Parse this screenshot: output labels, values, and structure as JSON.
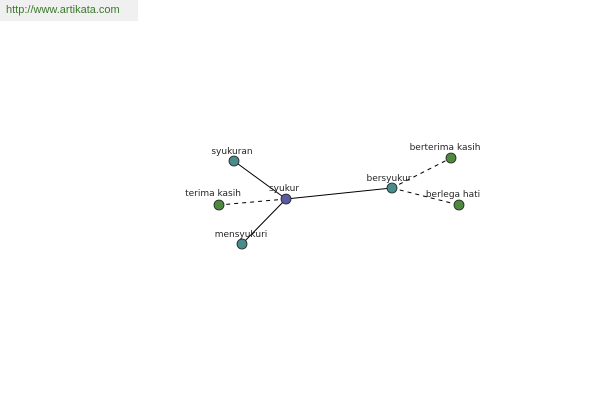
{
  "source": {
    "url_text": "http://www.artikata.com"
  },
  "colors": {
    "center": "#5a5aa0",
    "related": "#4a8c8c",
    "synonym": "#4e8a3e",
    "edge": "#000000"
  },
  "graph": {
    "nodes": [
      {
        "id": "syukur",
        "label": "syukur",
        "kind": "center"
      },
      {
        "id": "syukuran",
        "label": "syukuran",
        "kind": "related"
      },
      {
        "id": "terima-kasih",
        "label": "terima kasih",
        "kind": "synonym"
      },
      {
        "id": "mensyukuri",
        "label": "mensyukuri",
        "kind": "related"
      },
      {
        "id": "bersyukur",
        "label": "bersyukur",
        "kind": "related"
      },
      {
        "id": "berterima-kasih",
        "label": "berterima kasih",
        "kind": "synonym"
      },
      {
        "id": "berlega-hati",
        "label": "berlega hati",
        "kind": "synonym"
      }
    ],
    "edges": [
      {
        "from": "syukur",
        "to": "syukuran",
        "style": "solid"
      },
      {
        "from": "syukur",
        "to": "terima-kasih",
        "style": "dashed"
      },
      {
        "from": "syukur",
        "to": "mensyukuri",
        "style": "solid"
      },
      {
        "from": "syukur",
        "to": "bersyukur",
        "style": "solid"
      },
      {
        "from": "bersyukur",
        "to": "berterima-kasih",
        "style": "dashed"
      },
      {
        "from": "bersyukur",
        "to": "berlega-hati",
        "style": "dashed"
      }
    ]
  }
}
